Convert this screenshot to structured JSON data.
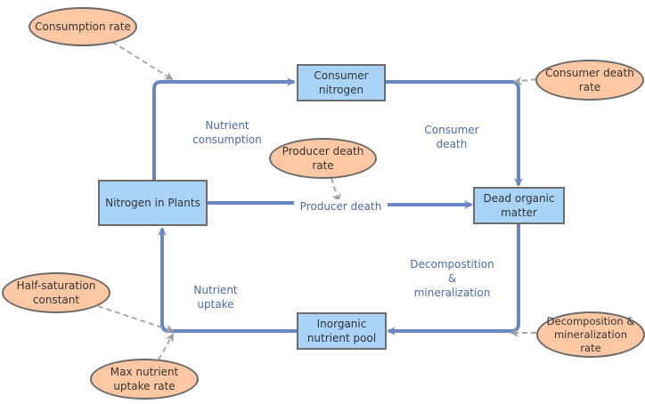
{
  "diagram": {
    "stocks": {
      "consumer_nitrogen": "Consumer\nnitrogen",
      "nitrogen_in_plants": "Nitrogen in Plants",
      "dead_organic_matter": "Dead organic\nmatter",
      "inorganic_nutrient_pool": "Inorganic\nnutrient pool"
    },
    "flows": {
      "nutrient_consumption": "Nutrient\nconsumption",
      "consumer_death": "Consumer\ndeath",
      "producer_death": "Producer death",
      "decomposition": "Decompostition\n&\nmineralization",
      "nutrient_uptake": "Nutrient\nuptake"
    },
    "parameters": {
      "consumption_rate": "Consumption rate",
      "consumer_death_rate": "Consumer death\nrate",
      "producer_death_rate": "Producer death\nrate",
      "half_saturation_constant": "Half-saturation\nconstant",
      "max_nutrient_uptake_rate": "Max nutrient\nuptake rate",
      "decomposition_rate": "Decomposition &\nmineralization\nrate"
    },
    "colors": {
      "flow": "#6b86c4",
      "stock_fill": "#a9d3f7",
      "param_fill": "#fdc8a3",
      "link": "#a8a8a8"
    }
  }
}
